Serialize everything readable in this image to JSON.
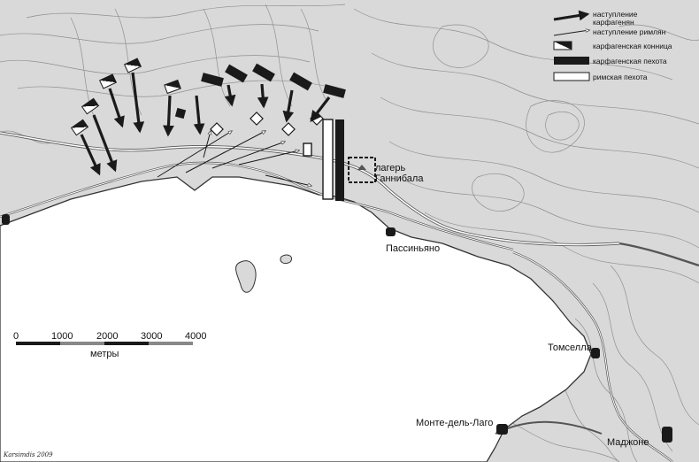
{
  "legend": {
    "carthaginian_attack": "наступление карфагенян",
    "carthaginian_attack_line1": "наступление",
    "carthaginian_attack_line2": "карфагенян",
    "roman_attack": "наступление римлян",
    "carthaginian_cavalry": "карфагенская конница",
    "carthaginian_infantry": "карфагенская пехота",
    "roman_infantry": "римская пехота"
  },
  "places": {
    "hannibal_camp": "лагерь Ганнибала",
    "hannibal_camp_line1": "лагерь",
    "hannibal_camp_line2": "Ганнибала",
    "passignano": "Пассиньяно",
    "tomsella": "Томселла",
    "monte_del_lago": "Монте-дель-Лаго",
    "magione": "Маджоне"
  },
  "scale": {
    "ticks": [
      "0",
      "1000",
      "2000",
      "3000",
      "4000"
    ],
    "unit_label": "метры"
  },
  "signature": "Karsimdis 2009",
  "colors": {
    "land": "#d9d9d9",
    "lake": "#ffffff",
    "contour": "#8a8a8a",
    "road": "#ffffff",
    "carthaginian": "#1a1a1a",
    "roman": "#ffffff"
  }
}
